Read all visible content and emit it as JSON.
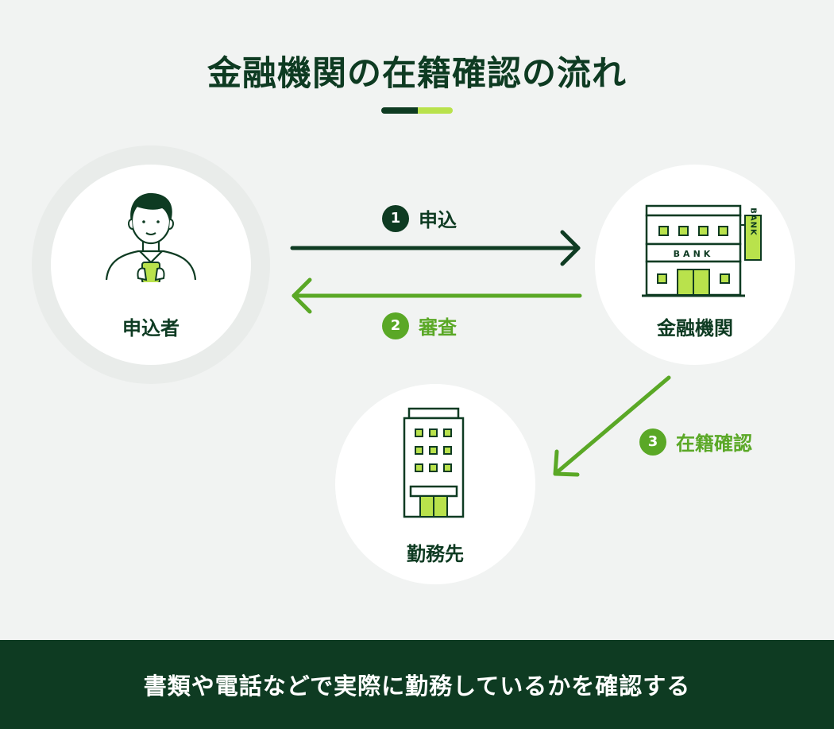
{
  "title": "金融機関の在籍確認の流れ",
  "nodes": {
    "applicant": {
      "label": "申込者",
      "icon": "person-with-phone-icon"
    },
    "bank": {
      "label": "金融機関",
      "icon": "bank-building-icon",
      "sign_text": "BANK",
      "facade_text": "BANK"
    },
    "workplace": {
      "label": "勤務先",
      "icon": "office-building-icon"
    }
  },
  "steps": [
    {
      "number": "1",
      "label": "申込",
      "from": "applicant",
      "to": "bank"
    },
    {
      "number": "2",
      "label": "審査",
      "from": "bank",
      "to": "applicant"
    },
    {
      "number": "3",
      "label": "在籍確認",
      "from": "bank",
      "to": "workplace"
    }
  ],
  "footer": {
    "text": "書類や電話などで実際に勤務しているかを確認する"
  },
  "colors": {
    "dark_green": "#0e3b22",
    "mid_green": "#5aa826",
    "lime": "#b9e24c",
    "background": "#f1f3f2",
    "card": "#ffffff"
  }
}
